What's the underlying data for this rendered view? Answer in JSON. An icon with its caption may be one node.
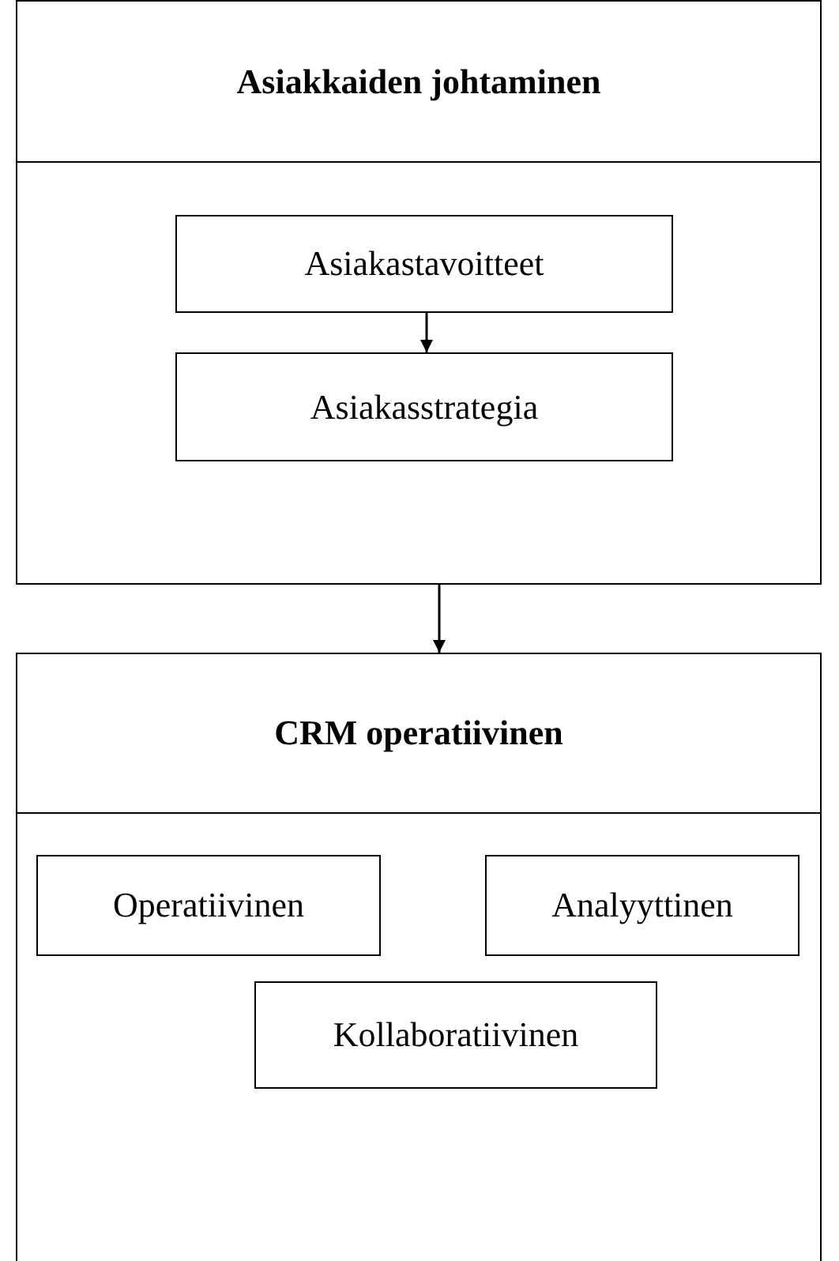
{
  "diagram": {
    "nodes": [
      {
        "text": [
          "Asiakkaiden johtaminen"
        ]
      },
      {
        "text": [
          "Asiakastavoitteet"
        ],
        "in": 0
      },
      {
        "text": [
          "Asiakasstrategia"
        ],
        "in": 0
      },
      {
        "text": [
          "CRM operatiivinen"
        ]
      },
      {
        "text": [
          "Operatiivinen"
        ],
        "in": 3
      },
      {
        "text": [
          "Analyyttinen"
        ],
        "in": 3
      },
      {
        "text": [
          "Kollaboratiivinen"
        ],
        "in": 3
      }
    ],
    "edges": [
      {
        "from": 1,
        "to": 2,
        "arrow": "to"
      },
      {
        "from": 0,
        "to": 3,
        "arrow": "to"
      }
    ]
  }
}
